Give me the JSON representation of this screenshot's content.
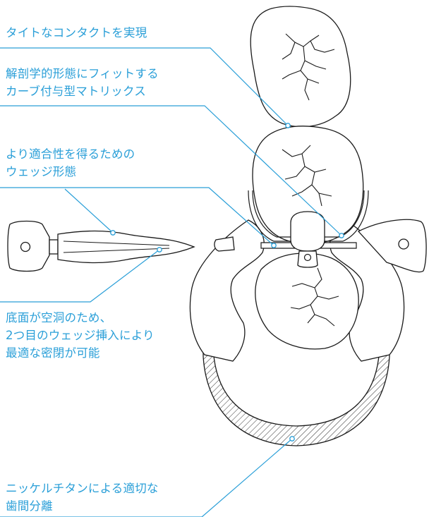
{
  "labels": {
    "tight_contact": [
      "タイトなコンタクトを実現"
    ],
    "curved_matrix": [
      "解剖学的形態にフィットする",
      "カーブ付与型マトリックス"
    ],
    "wedge_shape": [
      "より適合性を得るための",
      "ウェッジ形態"
    ],
    "hollow_base": [
      "底面が空洞のため、",
      "2つ目のウェッジ挿入により",
      "最適な密閉が可能"
    ],
    "niti_ring": [
      "ニッケルチタンによる適切な",
      "歯間分離"
    ]
  },
  "colors": {
    "accent": "#2a9fd8",
    "line": "#1a1a1a"
  }
}
